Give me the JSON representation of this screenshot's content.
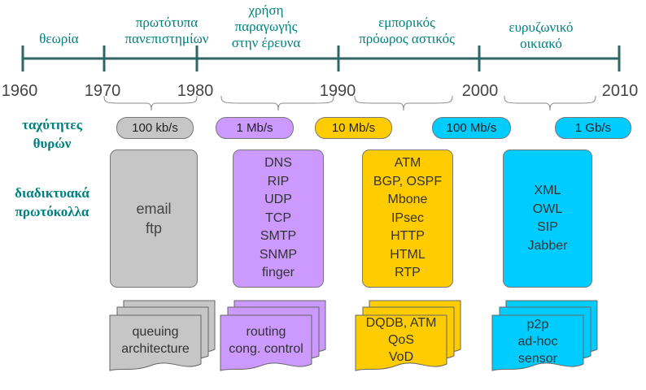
{
  "eras": [
    {
      "lines": [
        "θεωρία"
      ]
    },
    {
      "lines": [
        "πρωτότυπα",
        "πανεπιστημίων"
      ]
    },
    {
      "lines": [
        "χρήση",
        "παραγωγής",
        "στην έρευνα"
      ]
    },
    {
      "lines": [
        "εμπορικός",
        "πρόωρος αστικός"
      ]
    },
    {
      "lines": [
        "ευρυζωνικό",
        "οικιακό"
      ]
    }
  ],
  "years": [
    "1960",
    "1970",
    "1980",
    "1990",
    "2000",
    "2010"
  ],
  "row_labels": {
    "speeds": [
      "ταχύτητες",
      "θυρών"
    ],
    "protocols": [
      "διαδικτυακά",
      "πρωτόκολλα"
    ]
  },
  "speeds": [
    "100 kb/s",
    "1 Mb/s",
    "10 Mb/s",
    "100 Mb/s",
    "1 Gb/s"
  ],
  "protocol_boxes": [
    {
      "items": [
        "email",
        "ftp"
      ]
    },
    {
      "items": [
        "DNS",
        "RIP",
        "UDP",
        "TCP",
        "SMTP",
        "SNMP",
        "finger"
      ]
    },
    {
      "items": [
        "ATM",
        "BGP, OSPF",
        "Mbone",
        "IPsec",
        "HTTP",
        "HTML",
        "RTP"
      ]
    },
    {
      "items": [
        "XML",
        "OWL",
        "SIP",
        "Jabber"
      ]
    }
  ],
  "research_topics": [
    {
      "items": [
        "queuing",
        "architecture"
      ]
    },
    {
      "items": [
        "routing",
        "cong. control"
      ]
    },
    {
      "items": [
        "DQDB, ATM",
        "QoS",
        "VoD"
      ]
    },
    {
      "items": [
        "p2p",
        "ad-hoc",
        "sensor"
      ]
    }
  ],
  "colors": {
    "teal_text": "#008080",
    "axis": "#2f6666",
    "gray": "#c6c6c6",
    "purple": "#cc99ff",
    "yellow": "#ffcc00",
    "cyan": "#00ccff"
  }
}
